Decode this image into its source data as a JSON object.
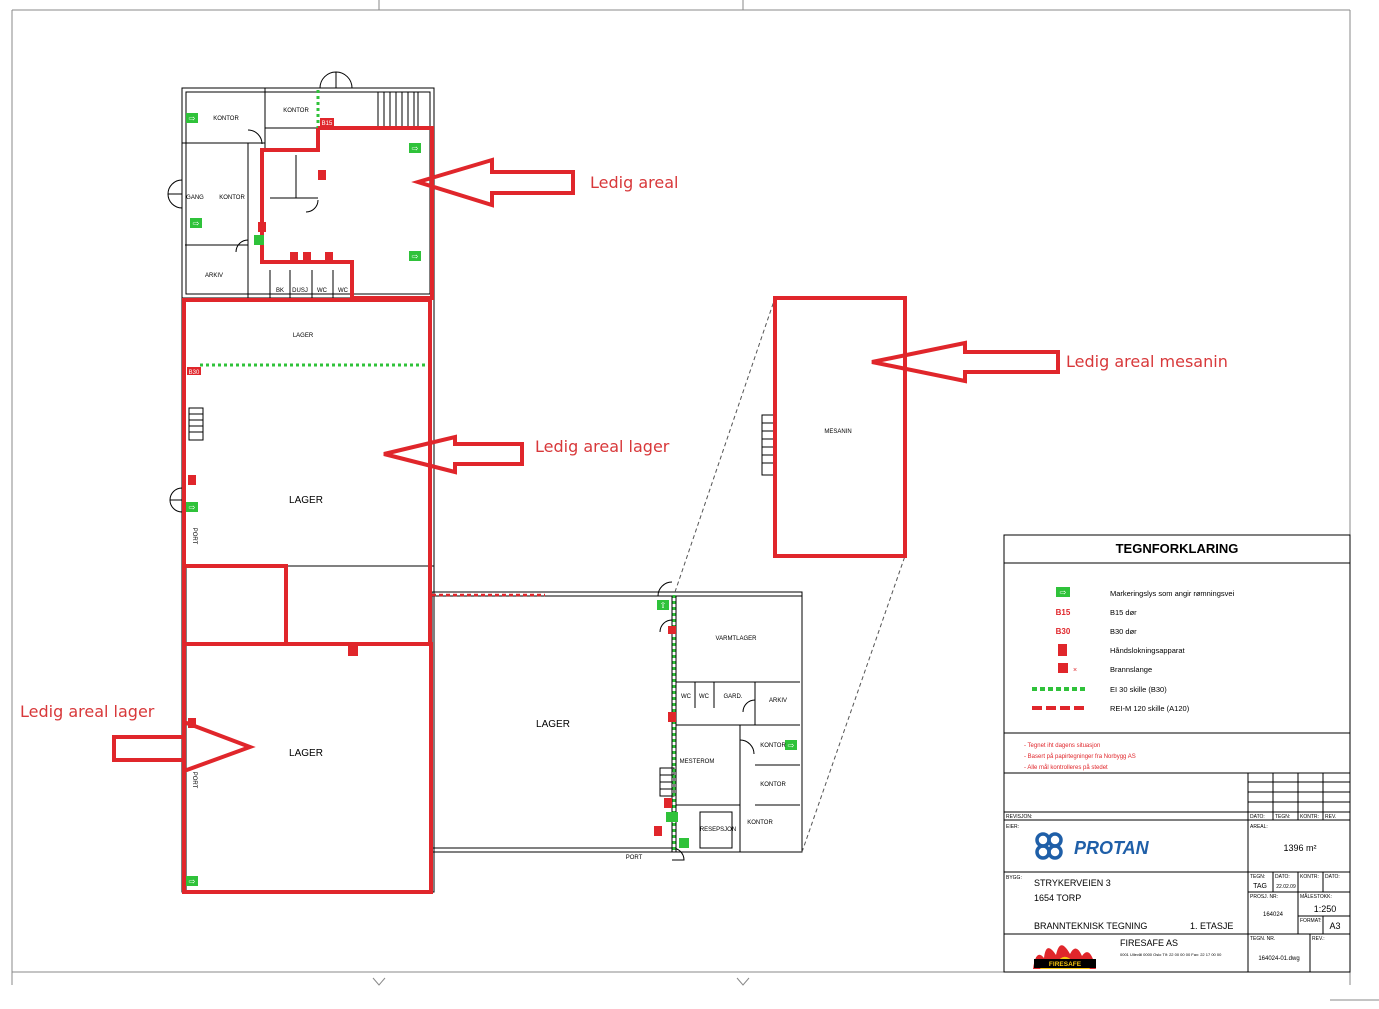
{
  "annotations": {
    "ledig_areal": "Ledig areal",
    "ledig_areal_mesanin": "Ledig areal mesanin",
    "ledig_areal_lager_upper": "Ledig areal lager",
    "ledig_areal_lager_lower": "Ledig areal lager"
  },
  "rooms": {
    "kontor_1": "KONTOR",
    "kontor_2": "KONTOR",
    "kontor_3": "KONTOR",
    "gang": "GANG",
    "arkiv_1": "ARKIV",
    "bk": "BK",
    "dusj": "DUSJ",
    "wc_1": "WC",
    "wc_2": "WC",
    "lager_strip": "LAGER",
    "lager_upper": "LAGER",
    "lager_lower": "LAGER",
    "lager_center": "LAGER",
    "port_1": "PORT",
    "port_2": "PORT",
    "port_3": "PORT",
    "mesanin": "MESANIN",
    "varmtlager": "VARMTLAGER",
    "wc_3": "WC",
    "wc_4": "WC",
    "gard": "GARD.",
    "arkiv_2": "ARKIV",
    "kontor_4": "KONTOR",
    "kontor_5": "KONTOR",
    "kontor_6": "KONTOR",
    "mesterom": "MESTEROM",
    "resepsjon": "RESEPSJON",
    "b15_tag": "B15",
    "b30_tag": "B30"
  },
  "legend": {
    "title": "TEGNFORKLARING",
    "items": [
      {
        "symbol": "exit-sign",
        "label": "Markeringslys som angir rømningsvei"
      },
      {
        "symbol": "B15",
        "label": "B15 dør"
      },
      {
        "symbol": "B30",
        "label": "B30 dør"
      },
      {
        "symbol": "extinguisher",
        "label": "Håndslokningsapparat"
      },
      {
        "symbol": "hose",
        "label": "Brannslange"
      },
      {
        "symbol": "green-dash",
        "label": "EI 30 skille (B30)"
      },
      {
        "symbol": "red-dash",
        "label": "REI-M 120 skille (A120)"
      }
    ],
    "notes": [
      "- Tegnet iht dagens situasjon",
      "- Basert på papirtegninger fra Norbygg AS",
      "- Alle mål kontrolleres på stedet"
    ]
  },
  "titleblock": {
    "revisjon": "REVISJON:",
    "dato": "DATO:",
    "tegn": "TEGN:",
    "kontr": "KONTR:",
    "rev": "REV.",
    "eier": "EIER:",
    "areal_label": "AREAL:",
    "areal": "1396 m²",
    "company": "PROTAN",
    "bygg": "BYGG:",
    "address_line1": "STRYKERVEIEN 3",
    "address_line2": "1654 TORP",
    "drawing_title": "BRANNTEKNISK TEGNING",
    "floor": "1. ETASJE",
    "tegn_value": "TAG",
    "dato_value": "22.02.09",
    "proj_label": "PROSJ. NR:",
    "proj_value": "164024",
    "malestokk_label": "MÅLESTOKK:",
    "scale": "1:250",
    "format_label": "FORMAT:",
    "format": "A3",
    "firm": "FIRESAFE AS",
    "firm_address": "0001 Ullevål\n0000 Oslo\nTlf: 22 00 00 00\nFax: 22 17 00 00",
    "tegn_nr_label": "TEGN. NR.",
    "tegn_nr": "164024-01.dwg",
    "rev2": "REV.:",
    "logo_text": "FIRESAFE"
  },
  "colors": {
    "red": "#e0262b",
    "green": "#2fc23a",
    "annotation": "#d8383a",
    "protan_blue": "#1f5fa8"
  }
}
